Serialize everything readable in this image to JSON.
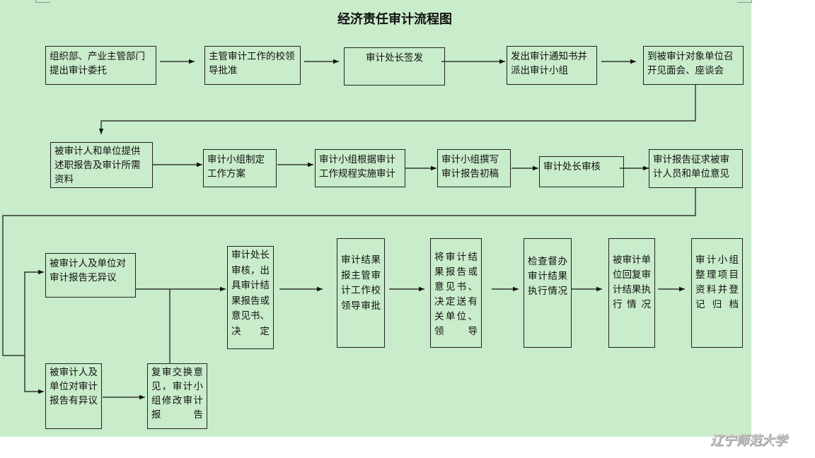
{
  "title": "经济责任审计流程图",
  "watermark": "辽宁师范大学",
  "steps": {
    "s01": "组织部、产业主管部门提出审计委托",
    "s02": "主管审计工作的校领导批准",
    "s03": "审计处长签发",
    "s04": "发出审计通知书并派出审计小组",
    "s05": "到被审计对象单位召开见面会、座谈会",
    "s06": "被审计人和单位提供述职报告及审计所需资料",
    "s07": "审计小组制定工作方案",
    "s08": "审计小组根据审计工作规程实施审计",
    "s09": "审计小组撰写审计报告初稿",
    "s10": "审计处长审核",
    "s11": "审计报告征求被审计人员和单位意见",
    "s12": "被审计人及单位对审计报告无异议",
    "s13": "被审计人及单位对审计报告有异议",
    "s14": "复审交换意见，审计小组修改审计报告",
    "s15": "审计处长审核，出具审计结果报告或意见书、决定",
    "s16": "审计结果报主管审计工作校领导审批",
    "s17": "将审计结果报告或意见书、决定送有关单位、领导",
    "s18": "检查督办审计结果执行情况",
    "s19": "被审计单位回复审计结果执行情况",
    "s20": "审计小组整理项目资料并登记归档"
  },
  "colors": {
    "background": "#c9ecca",
    "line": "#111111"
  }
}
